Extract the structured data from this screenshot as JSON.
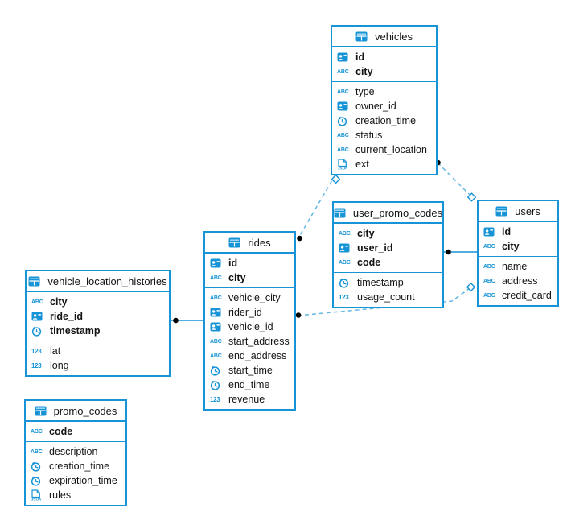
{
  "diagram": {
    "accent_color": "#1794d6",
    "dashed_line_color": "#66b8e4",
    "text_color": "#141414",
    "background_color": "#ffffff"
  },
  "tables": [
    {
      "name": "vehicles",
      "columns": [
        {
          "name": "id",
          "icon": "person-id-icon",
          "primary": true
        },
        {
          "name": "city",
          "icon": "abc-text-icon",
          "primary": true
        },
        {
          "name": "type",
          "icon": "abc-text-icon",
          "primary": false
        },
        {
          "name": "owner_id",
          "icon": "person-id-icon",
          "primary": false
        },
        {
          "name": "creation_time",
          "icon": "clock-icon",
          "primary": false
        },
        {
          "name": "status",
          "icon": "abc-text-icon",
          "primary": false
        },
        {
          "name": "current_location",
          "icon": "abc-text-icon",
          "primary": false
        },
        {
          "name": "ext",
          "icon": "json-icon",
          "primary": false
        }
      ]
    },
    {
      "name": "user_promo_codes",
      "columns": [
        {
          "name": "city",
          "icon": "abc-text-icon",
          "primary": true
        },
        {
          "name": "user_id",
          "icon": "person-id-icon",
          "primary": true
        },
        {
          "name": "code",
          "icon": "abc-text-icon",
          "primary": true
        },
        {
          "name": "timestamp",
          "icon": "clock-icon",
          "primary": false
        },
        {
          "name": "usage_count",
          "icon": "number-123-icon",
          "primary": false
        }
      ]
    },
    {
      "name": "users",
      "columns": [
        {
          "name": "id",
          "icon": "person-id-icon",
          "primary": true
        },
        {
          "name": "city",
          "icon": "abc-text-icon",
          "primary": true
        },
        {
          "name": "name",
          "icon": "abc-text-icon",
          "primary": false
        },
        {
          "name": "address",
          "icon": "abc-text-icon",
          "primary": false
        },
        {
          "name": "credit_card",
          "icon": "abc-text-icon",
          "primary": false
        }
      ]
    },
    {
      "name": "rides",
      "columns": [
        {
          "name": "id",
          "icon": "person-id-icon",
          "primary": true
        },
        {
          "name": "city",
          "icon": "abc-text-icon",
          "primary": true
        },
        {
          "name": "vehicle_city",
          "icon": "abc-text-icon",
          "primary": false
        },
        {
          "name": "rider_id",
          "icon": "person-id-icon",
          "primary": false
        },
        {
          "name": "vehicle_id",
          "icon": "person-id-icon",
          "primary": false
        },
        {
          "name": "start_address",
          "icon": "abc-text-icon",
          "primary": false
        },
        {
          "name": "end_address",
          "icon": "abc-text-icon",
          "primary": false
        },
        {
          "name": "start_time",
          "icon": "clock-icon",
          "primary": false
        },
        {
          "name": "end_time",
          "icon": "clock-icon",
          "primary": false
        },
        {
          "name": "revenue",
          "icon": "number-123-icon",
          "primary": false
        }
      ]
    },
    {
      "name": "vehicle_location_histories",
      "columns": [
        {
          "name": "city",
          "icon": "abc-text-icon",
          "primary": true
        },
        {
          "name": "ride_id",
          "icon": "person-id-icon",
          "primary": true
        },
        {
          "name": "timestamp",
          "icon": "clock-icon",
          "primary": true
        },
        {
          "name": "lat",
          "icon": "number-123-icon",
          "primary": false
        },
        {
          "name": "long",
          "icon": "number-123-icon",
          "primary": false
        }
      ]
    },
    {
      "name": "promo_codes",
      "columns": [
        {
          "name": "code",
          "icon": "abc-text-icon",
          "primary": true
        },
        {
          "name": "description",
          "icon": "abc-text-icon",
          "primary": false
        },
        {
          "name": "creation_time",
          "icon": "clock-icon",
          "primary": false
        },
        {
          "name": "expiration_time",
          "icon": "clock-icon",
          "primary": false
        },
        {
          "name": "rules",
          "icon": "json-icon",
          "primary": false
        }
      ]
    }
  ],
  "relations": [
    {
      "from": "vehicles",
      "to": "rides",
      "style": "dashed"
    },
    {
      "from": "vehicles",
      "to": "users",
      "style": "dashed"
    },
    {
      "from": "user_promo_codes",
      "to": "users",
      "style": "solid"
    },
    {
      "from": "rides",
      "to": "users",
      "style": "dashed"
    },
    {
      "from": "vehicle_location_histories",
      "to": "rides",
      "style": "solid"
    }
  ]
}
